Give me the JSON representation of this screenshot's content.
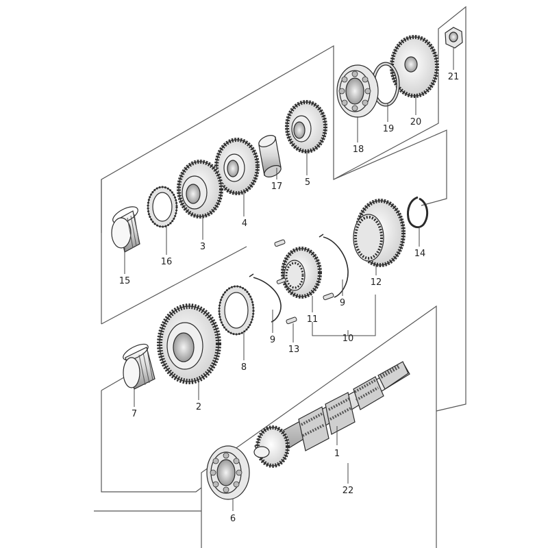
{
  "diagram": {
    "type": "exploded parts diagram",
    "parts": [
      {
        "id": "part-1",
        "label": "1"
      },
      {
        "id": "part-2",
        "label": "2"
      },
      {
        "id": "part-3",
        "label": "3"
      },
      {
        "id": "part-4",
        "label": "4"
      },
      {
        "id": "part-5",
        "label": "5"
      },
      {
        "id": "part-6",
        "label": "6"
      },
      {
        "id": "part-7",
        "label": "7"
      },
      {
        "id": "part-8",
        "label": "8"
      },
      {
        "id": "part-9a",
        "label": "9"
      },
      {
        "id": "part-9b",
        "label": "9"
      },
      {
        "id": "part-10",
        "label": "10"
      },
      {
        "id": "part-11",
        "label": "11"
      },
      {
        "id": "part-12",
        "label": "12"
      },
      {
        "id": "part-13",
        "label": "13"
      },
      {
        "id": "part-14",
        "label": "14"
      },
      {
        "id": "part-15",
        "label": "15"
      },
      {
        "id": "part-16",
        "label": "16"
      },
      {
        "id": "part-17",
        "label": "17"
      },
      {
        "id": "part-18",
        "label": "18"
      },
      {
        "id": "part-19",
        "label": "19"
      },
      {
        "id": "part-20",
        "label": "20"
      },
      {
        "id": "part-21",
        "label": "21"
      },
      {
        "id": "part-22",
        "label": "22"
      }
    ]
  }
}
